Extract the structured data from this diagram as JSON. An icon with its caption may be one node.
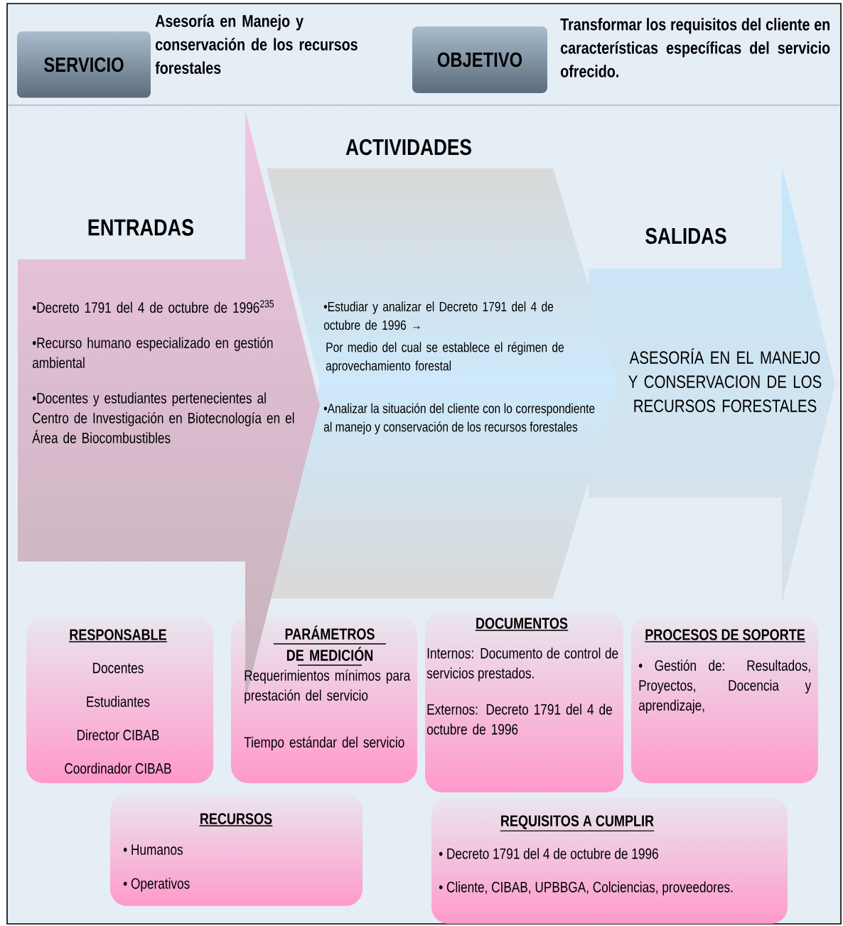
{
  "diagram": {
    "nodes": [
      {
        "text": [
          "SERVICIO"
        ],
        "beside": [
          "Asesoría en Manejo y conservación de los recursos forestales"
        ]
      },
      {
        "text": [
          "OBJETIVO"
        ],
        "beside": [
          "Transformar los requisitos del cliente en características específicas del servicio ofrecido."
        ]
      },
      {
        "text": [
          "ENTRADAS",
          "•Decreto 1791 del 4 de octubre de 1996$^{235}$",
          "•Recurso humano especializado en gestión ambiental",
          "•Docentes y estudiantes pertenecientes al Centro de Investigación en Biotecnología en el Área de Biocombustibles"
        ]
      },
      {
        "text": [
          "ACTIVIDADES",
          "•Estudiar y analizar el Decreto 1791 del 4 de octubre de 1996 →",
          "Por medio del cual se establece el régimen de aprovechamiento forestal",
          "•Analizar la situación del cliente con lo correspondiente al manejo y conservación de los recursos forestales"
        ]
      },
      {
        "text": [
          "SALIDAS",
          "ASESORÍA EN EL MANEJO Y CONSERVACION DE LOS RECURSOS FORESTALES"
        ]
      },
      {
        "text": [
          "RESPONSABLE",
          "Docentes",
          "Estudiantes",
          "Director CIBAB",
          "Coordinador CIBAB"
        ]
      },
      {
        "text": [
          "PARÁMETROS DE MEDICIÓN",
          "Requerimientos mínimos para prestación del servicio",
          "Tiempo estándar del servicio"
        ]
      },
      {
        "text": [
          "DOCUMENTOS",
          "Internos: Documento de control de servicios prestados.",
          "Externos: Decreto 1791 del 4 de octubre de 1996"
        ]
      },
      {
        "text": [
          "PROCESOS DE SOPORTE",
          "• Gestión de: Resultados, Proyectos, Docencia y aprendizaje,"
        ]
      },
      {
        "text": [
          "RECURSOS",
          "• Humanos",
          "• Operativos"
        ]
      },
      {
        "text": [
          "REQUISITOS A CUMPLIR",
          "• Decreto 1791 del 4 de octubre de 1996",
          "• Cliente, CIBAB, UPBBGA, Colciencias, proveedores."
        ]
      }
    ]
  }
}
